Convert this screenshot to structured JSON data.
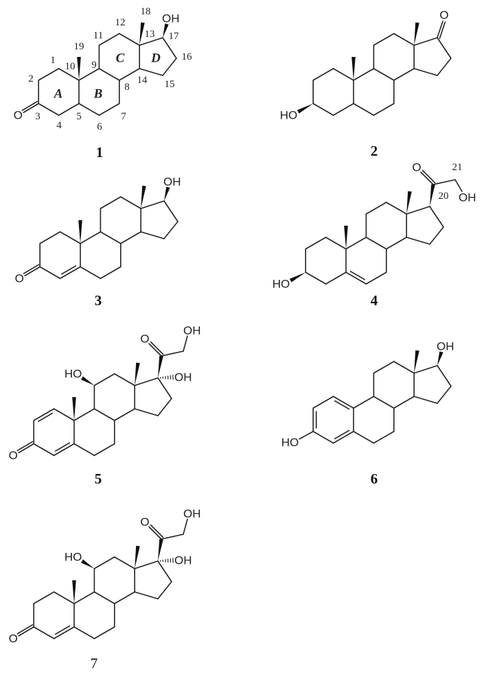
{
  "compounds": [
    {
      "number": "1",
      "O3": "O",
      "OH17": "OH",
      "ring_labels": {
        "A": "A",
        "B": "B",
        "C": "C",
        "D": "D"
      },
      "atom_numbers": [
        "1",
        "2",
        "3",
        "4",
        "5",
        "6",
        "7",
        "8",
        "9",
        "10",
        "11",
        "12",
        "13",
        "14",
        "15",
        "16",
        "17",
        "18",
        "19"
      ]
    },
    {
      "number": "2",
      "HO3": "HO",
      "O17": "O"
    },
    {
      "number": "3",
      "O3": "O",
      "OH17": "OH"
    },
    {
      "number": "4",
      "HO3": "HO",
      "O20": "O",
      "OH21": "OH",
      "num20": "20",
      "num21": "21"
    },
    {
      "number": "5",
      "O3": "O",
      "HO11": "HO",
      "OH17": "OH",
      "O20": "O",
      "OH21": "OH"
    },
    {
      "number": "6",
      "HO3": "HO",
      "OH17": "OH"
    },
    {
      "number": "7",
      "O3": "O",
      "HO11": "HO",
      "OH17": "OH",
      "O20": "O",
      "OH21": "OH"
    }
  ],
  "colors": {
    "ink": "#222222",
    "background": "#ffffff"
  }
}
